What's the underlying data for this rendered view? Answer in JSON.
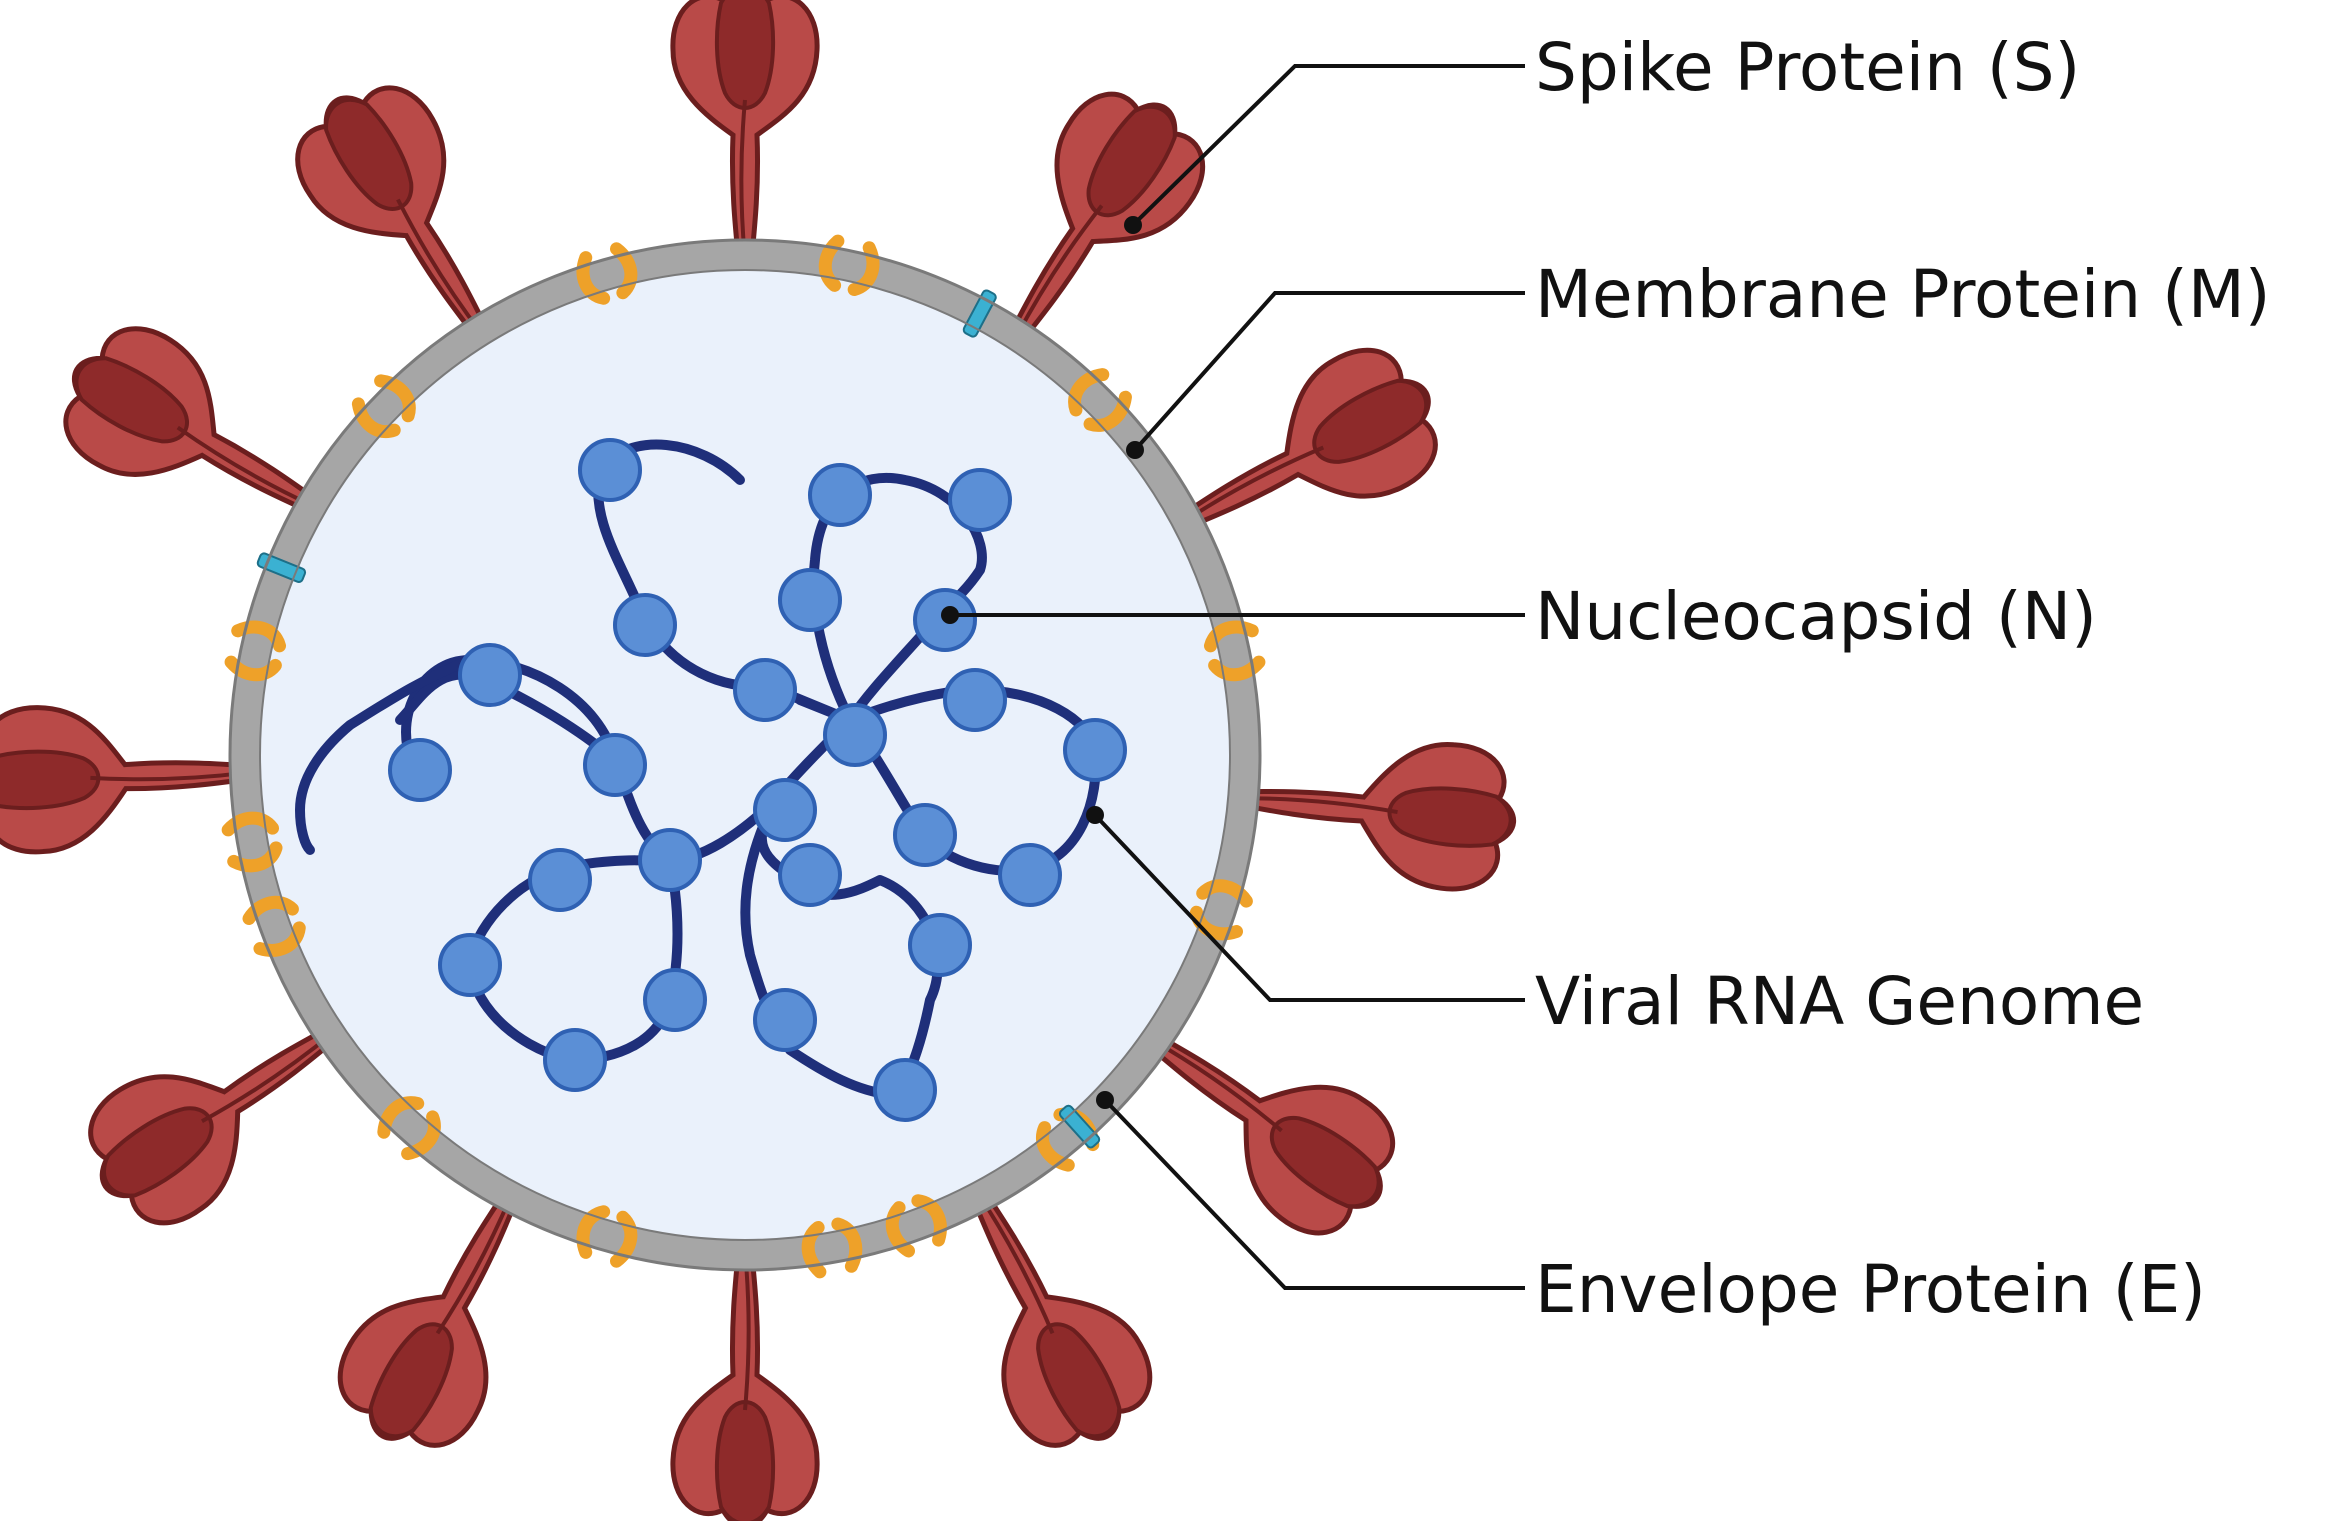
{
  "labels": {
    "spike": "Spike Protein (S)",
    "membrane": "Membrane Protein (M)",
    "nucleocapsid": "Nucleocapsid (N)",
    "rna": "Viral RNA Genome",
    "envelope": "Envelope Protein (E)"
  },
  "colors": {
    "spike_fill": "#b94a48",
    "spike_dark": "#8e2a2a",
    "spike_stroke": "#6b1e1e",
    "membrane_ring": "#a6a6a6",
    "membrane_ring_edge": "#7a7a7a",
    "interior": "#eaf1fb",
    "m_protein": "#eea129",
    "e_protein": "#3bb1d2",
    "rna_strand": "#1f2f7a",
    "n_bead": "#5b8fd6",
    "n_bead_edge": "#2f61b3",
    "leader": "#111111"
  },
  "icons": {
    "spike": "spike-glycoprotein-icon",
    "membrane_protein": "membrane-protein-icon",
    "envelope_protein": "envelope-protein-icon",
    "nucleocapsid": "nucleocapsid-bead-icon"
  }
}
